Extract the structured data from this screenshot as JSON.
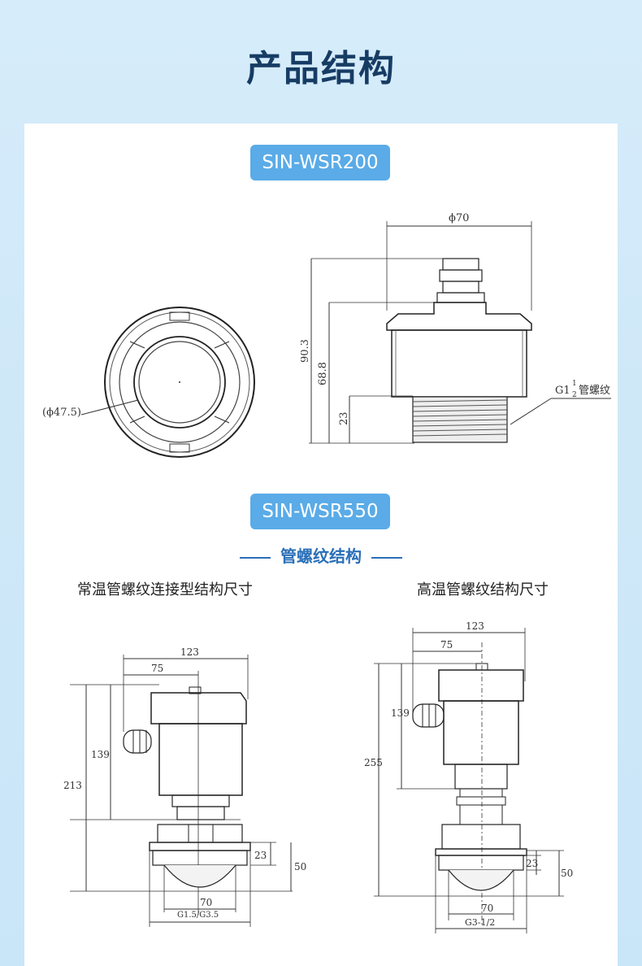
{
  "page_title": "产品结构",
  "models": {
    "first": "SIN-WSR200",
    "second": "SIN-WSR550"
  },
  "section_heading": "管螺纹结构",
  "captions": {
    "left": "常温管螺纹连接型结构尺寸",
    "right": "高温管螺纹结构尺寸"
  },
  "wsr200": {
    "diameter_label": "(ϕ47.5)",
    "width_label": "ϕ70",
    "height_total": "90.3",
    "height_body": "68.8",
    "height_thread": "23",
    "thread_label_a": "G1",
    "thread_label_b": "1",
    "thread_label_c": "2",
    "thread_label_d": "管螺纹"
  },
  "normal_temp": {
    "width": "123",
    "offset": "75",
    "total_height": "213",
    "body_height": "139",
    "flange_height": "23",
    "bottom_height": "50",
    "bottom_width": "70",
    "thread": "G1.5/G3.5"
  },
  "high_temp": {
    "width": "123",
    "offset": "75",
    "total_height": "255",
    "body_height": "139",
    "flange_height": "23",
    "bottom_height": "50",
    "bottom_width": "70",
    "thread": "G3-1/2"
  }
}
